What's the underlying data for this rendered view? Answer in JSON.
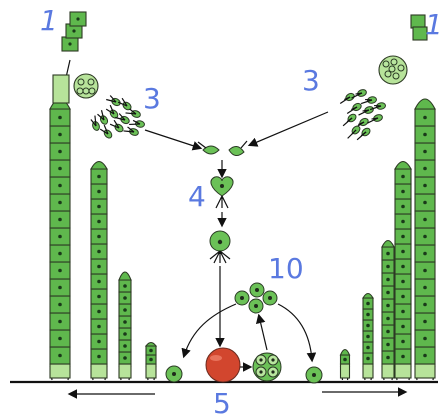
{
  "labels": {
    "n1_left": "1",
    "n1_right": "1",
    "n3_left": "3",
    "n3_right": "3",
    "n4": "4",
    "n10": "10",
    "n5": "5"
  },
  "colors": {
    "label_blue": "#5a79e0",
    "cell_green": "#5fb84d",
    "cell_light": "#b7e39a",
    "zygote_red": "#d2462e",
    "ink": "#111111"
  }
}
